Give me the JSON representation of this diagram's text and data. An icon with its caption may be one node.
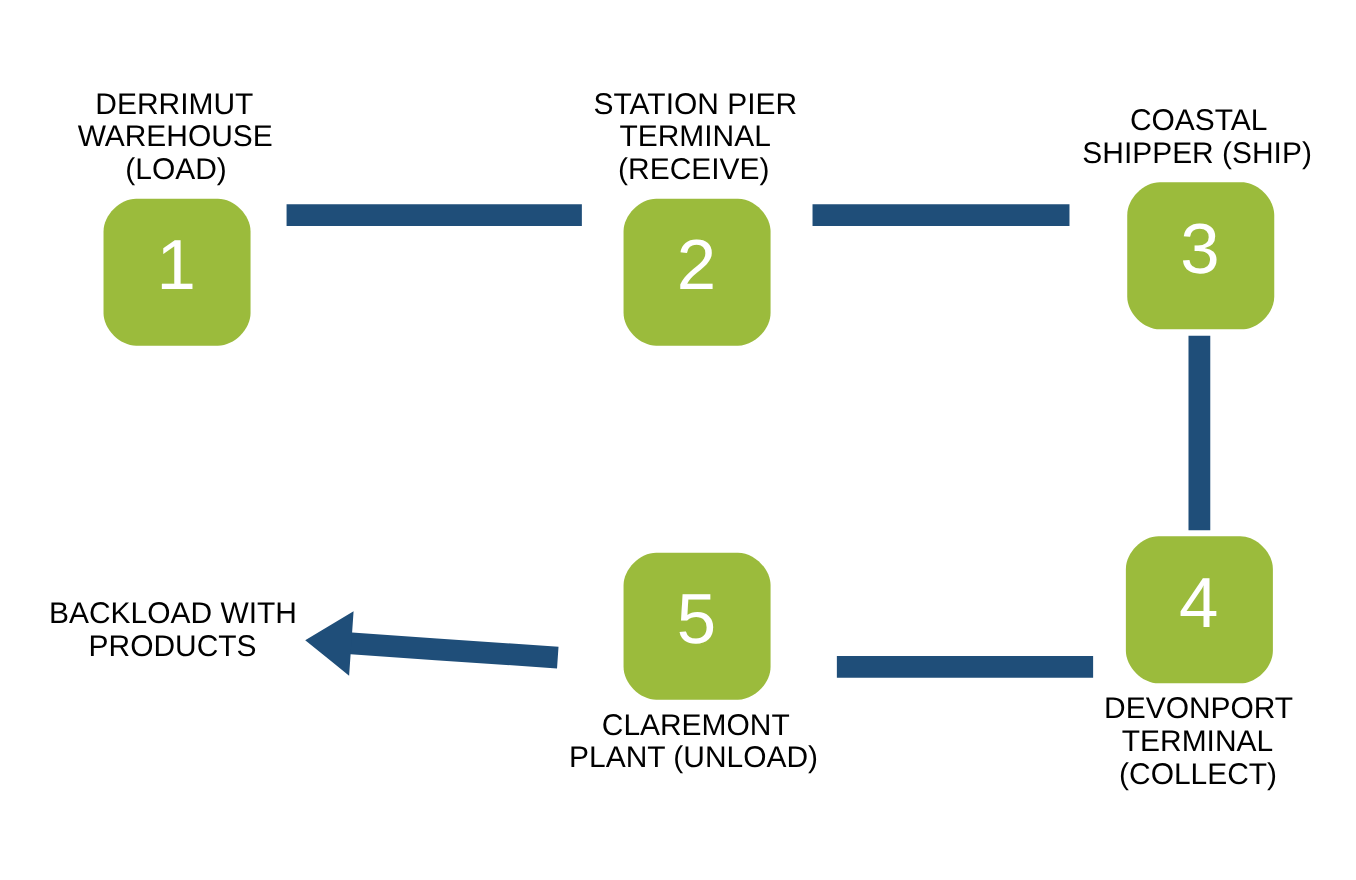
{
  "diagram": {
    "nodes": [
      {
        "text": [
          "1"
        ],
        "beside": [
          "DERRIMUT WAREHOUSE (LOAD)"
        ]
      },
      {
        "text": [
          "2"
        ],
        "beside": [
          "STATION PIER TERMINAL (RECEIVE)"
        ]
      },
      {
        "text": [
          "3"
        ],
        "beside": [
          "COASTAL SHIPPER (SHIP)"
        ]
      },
      {
        "text": [
          "4"
        ],
        "beside": [
          "DEVONPORT TERMINAL (COLLECT)"
        ]
      },
      {
        "text": [
          "5"
        ],
        "beside": [
          "CLAREMONT PLANT (UNLOAD)"
        ]
      },
      {
        "text": [
          "BACKLOAD WITH PRODUCTS"
        ]
      }
    ],
    "edges": [
      {
        "from": 0,
        "to": 1,
        "arrow": "none"
      },
      {
        "from": 1,
        "to": 2,
        "arrow": "none"
      },
      {
        "from": 2,
        "to": 3,
        "arrow": "none"
      },
      {
        "from": 3,
        "to": 4,
        "arrow": "none"
      },
      {
        "from": 4,
        "to": 5,
        "arrow": "to"
      }
    ]
  }
}
